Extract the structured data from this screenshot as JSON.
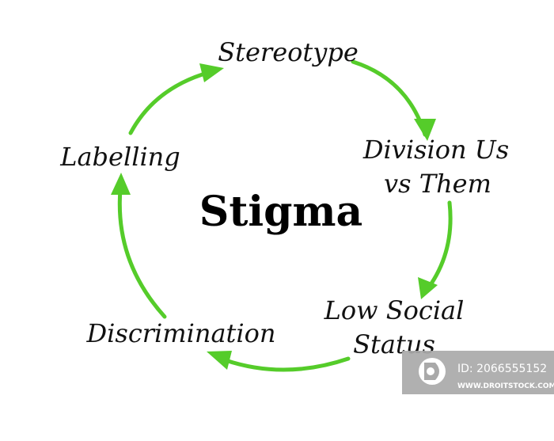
{
  "diagram": {
    "center_label": "Stigma",
    "stages": [
      {
        "lines": [
          "Stereotype"
        ]
      },
      {
        "lines": [
          "Division Us",
          "vs Them"
        ]
      },
      {
        "lines": [
          "Low Social",
          "Status"
        ]
      },
      {
        "lines": [
          "Discrimination"
        ]
      },
      {
        "lines": [
          "Labelling"
        ]
      }
    ],
    "arrow_color": "#55cc2a"
  },
  "watermark": {
    "id_text": "ID: 2066555152",
    "site_text": "WWW.DROITSTOCK.COM"
  }
}
